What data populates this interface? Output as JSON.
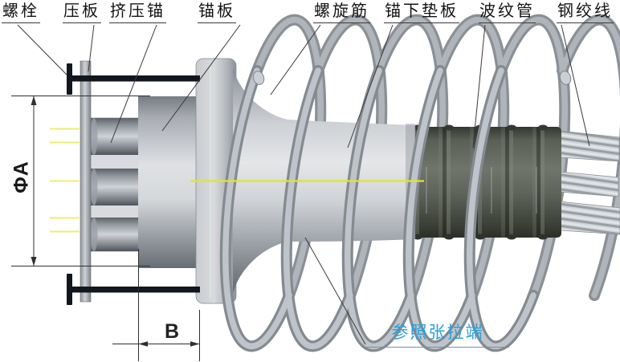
{
  "diagram": {
    "part_labels": [
      {
        "id": "bolt",
        "text": "螺栓"
      },
      {
        "id": "pressure_plate",
        "text": "压板"
      },
      {
        "id": "extrusion_anchor",
        "text": "挤压锚"
      },
      {
        "id": "anchor_plate",
        "text": "锚板"
      },
      {
        "id": "spiral_rib",
        "text": "螺旋筋"
      },
      {
        "id": "anchor_bearing_plate",
        "text": "锚下垫板"
      },
      {
        "id": "corrugated_pipe",
        "text": "波纹管"
      },
      {
        "id": "steel_strand",
        "text": "钢绞线"
      }
    ],
    "dimensions": {
      "diameter": "ΦA",
      "length": "B"
    },
    "note": {
      "text": "参照张拉端",
      "color": "#2E9FD6"
    },
    "colors": {
      "centerline_yellow": "#E3E332",
      "hidden_line_yellow": "#EDED72",
      "line_dark": "#2F2F2F",
      "bolt_dark": "#12161E",
      "metal_light": "#E4E6E8",
      "metal_mid": "#AEB3B9",
      "pipe_dark": "#43483E"
    }
  }
}
